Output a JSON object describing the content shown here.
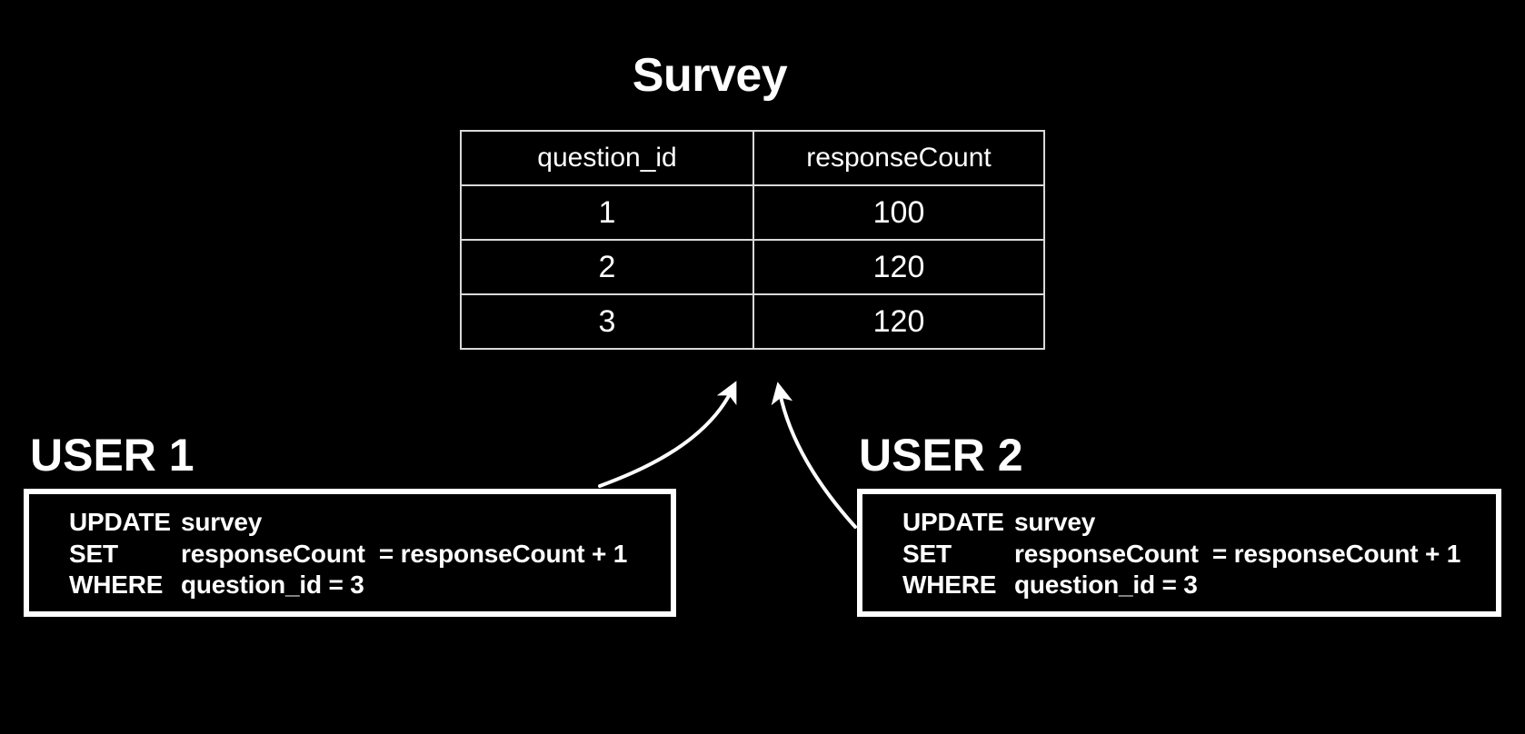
{
  "diagram": {
    "background_color": "#000000",
    "foreground_color": "#ffffff",
    "table_border_color": "#d9d9d9",
    "title": "Survey"
  },
  "table": {
    "name": "Survey",
    "columns": [
      "question_id",
      "responseCount"
    ],
    "rows": [
      {
        "question_id": "1",
        "responseCount": "100"
      },
      {
        "question_id": "2",
        "responseCount": "120"
      },
      {
        "question_id": "3",
        "responseCount": "120"
      }
    ]
  },
  "users": [
    {
      "heading": "USER 1",
      "sql": {
        "line1_keyword": "UPDATE",
        "line1_rest": "survey",
        "line2_keyword": "SET",
        "line2_rest": "responseCount  = responseCount + 1",
        "line3_keyword": "WHERE",
        "line3_rest": "question_id = 3"
      }
    },
    {
      "heading": "USER 2",
      "sql": {
        "line1_keyword": "UPDATE",
        "line1_rest": "survey",
        "line2_keyword": "SET",
        "line2_rest": "responseCount  = responseCount + 1",
        "line3_keyword": "WHERE",
        "line3_rest": "question_id = 3"
      }
    }
  ],
  "arrows": [
    {
      "name": "user1-to-table",
      "from": "USER 1 statement box",
      "to": "Survey table"
    },
    {
      "name": "user2-to-table",
      "from": "USER 2 statement box",
      "to": "Survey table"
    }
  ]
}
